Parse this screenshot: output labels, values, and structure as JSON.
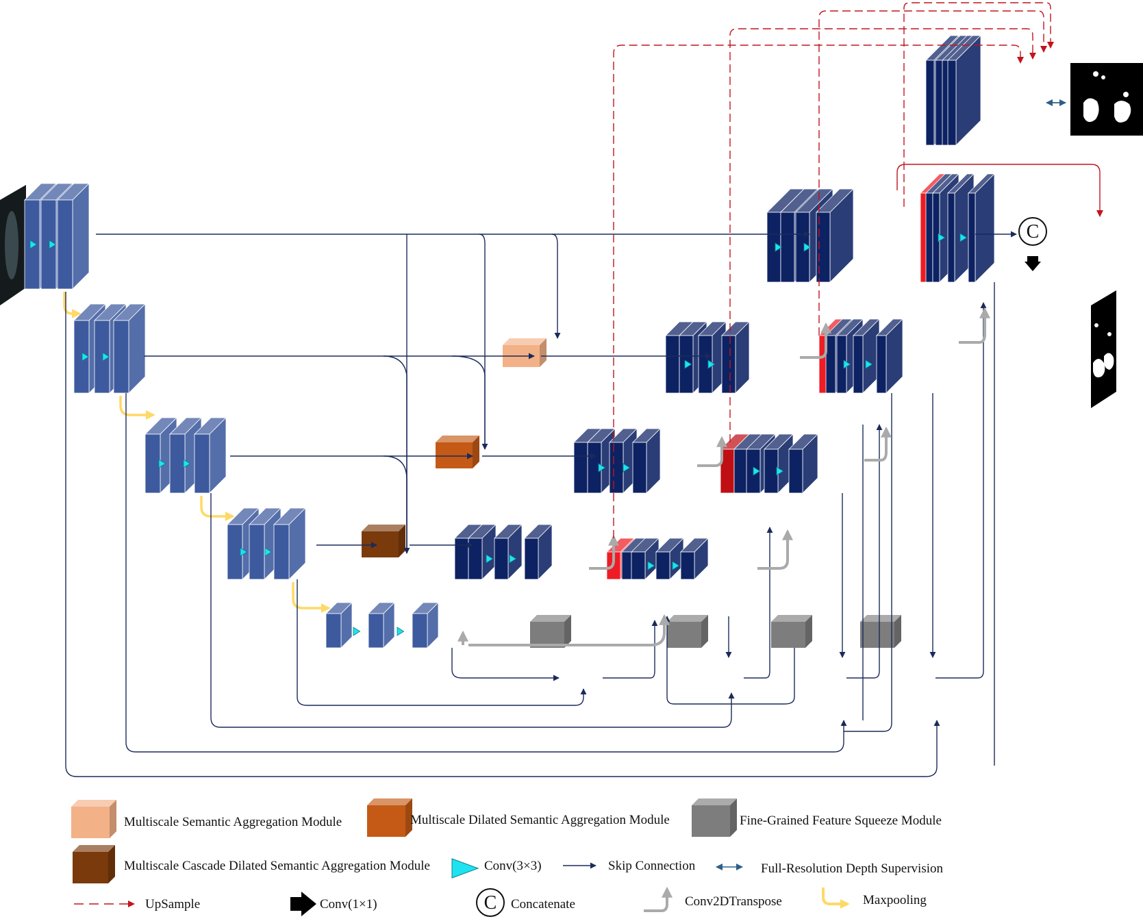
{
  "legend": {
    "msam": "Multiscale Semantic Aggregation Module",
    "mdsam": "Multiscale Dilated Semantic Aggregation Module",
    "ffsm": "Fine-Grained Feature Squeeze Module",
    "mcdsam": "Multiscale Cascade Dilated Semantic Aggregation Module",
    "conv3": "Conv(3×3)",
    "skip": "Skip Connection",
    "fullres": "Full-Resolution Depth Supervision",
    "upsample": "UpSample",
    "conv1": "Conv(1×1)",
    "concat": "Concatenate",
    "transpose": "Conv2DTranspose",
    "maxpool": "Maxpooling"
  },
  "concat_symbol": "C",
  "colors": {
    "encoder": "#3d5a9e",
    "decoder": "#0d2263",
    "msam": "#f3b187",
    "mdsam": "#c45a16",
    "mcdsam": "#7a3a0c",
    "ffsm": "#7d7d7d",
    "concat_red": "#ee1c24",
    "skip": "#1b2a5a",
    "upsample": "#c1151f",
    "transpose": "#aaaaaa",
    "maxpool": "#ffd966",
    "conv3": "#1de3f0",
    "fullres": "#2e5e8a"
  }
}
